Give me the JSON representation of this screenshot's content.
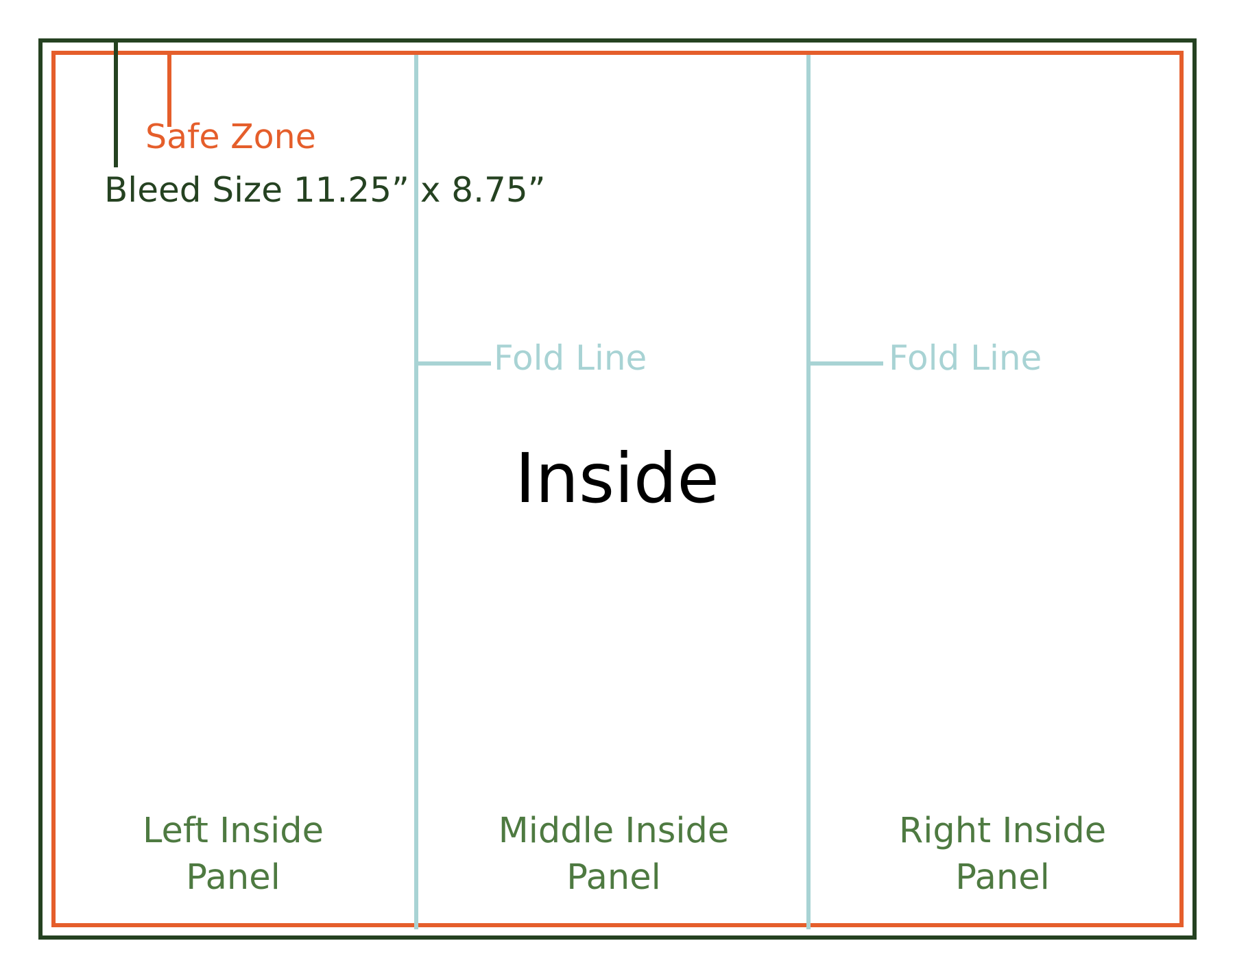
{
  "diagram": {
    "title": "Inside",
    "bleed_label": "Bleed Size 11.25” x 8.75”",
    "safe_label": "Safe Zone",
    "fold_lines": [
      {
        "label": "Fold Line"
      },
      {
        "label": "Fold Line"
      }
    ],
    "panels": [
      {
        "line1": "Left Inside",
        "line2": "Panel"
      },
      {
        "line1": "Middle Inside",
        "line2": "Panel"
      },
      {
        "line1": "Right Inside",
        "line2": "Panel"
      }
    ],
    "colors": {
      "bleed": "#254221",
      "safe_zone": "#E55E2B",
      "fold_line": "#A8D3D4",
      "panel_text": "#4E7A41",
      "title": "#000000"
    }
  }
}
